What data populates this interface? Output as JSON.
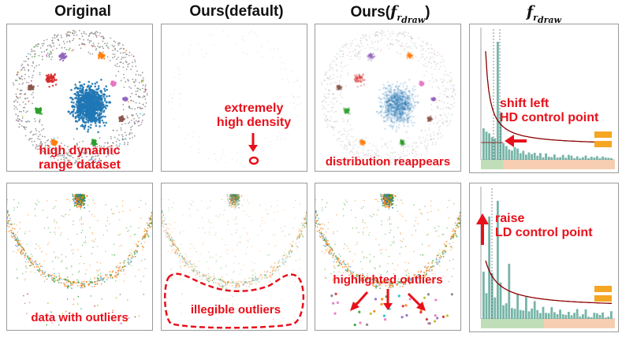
{
  "columns": {
    "original": "Original",
    "ours_default": "Ours(default)",
    "ours_f_prefix": "Ours(",
    "ours_f_suffix": ")",
    "f_symbol": "f",
    "f_sub": "r",
    "f_subsub": "draw"
  },
  "annotations": {
    "high_dynamic": [
      "high dynamic",
      "range dataset"
    ],
    "extremely_high": [
      "extremely",
      "high density"
    ],
    "distribution_reappears": "distribution reappears",
    "shift_left": [
      "shift left",
      "HD control point"
    ],
    "data_with_outliers": "data with outliers",
    "illegible_outliers": "illegible outliers",
    "highlighted_outliers": "highlighted outliers",
    "raise_ld": [
      "raise",
      "LD control point"
    ]
  },
  "colors": {
    "annotation": "#e8101a",
    "blue": "#1f77b4",
    "orange": "#ff7f0e",
    "green": "#2ca02c",
    "red": "#d62728",
    "purple": "#9467bd",
    "brown": "#8c564b",
    "pink": "#e377c2",
    "teal_bars": "#5fa89a",
    "curve": "#8b0000"
  }
}
